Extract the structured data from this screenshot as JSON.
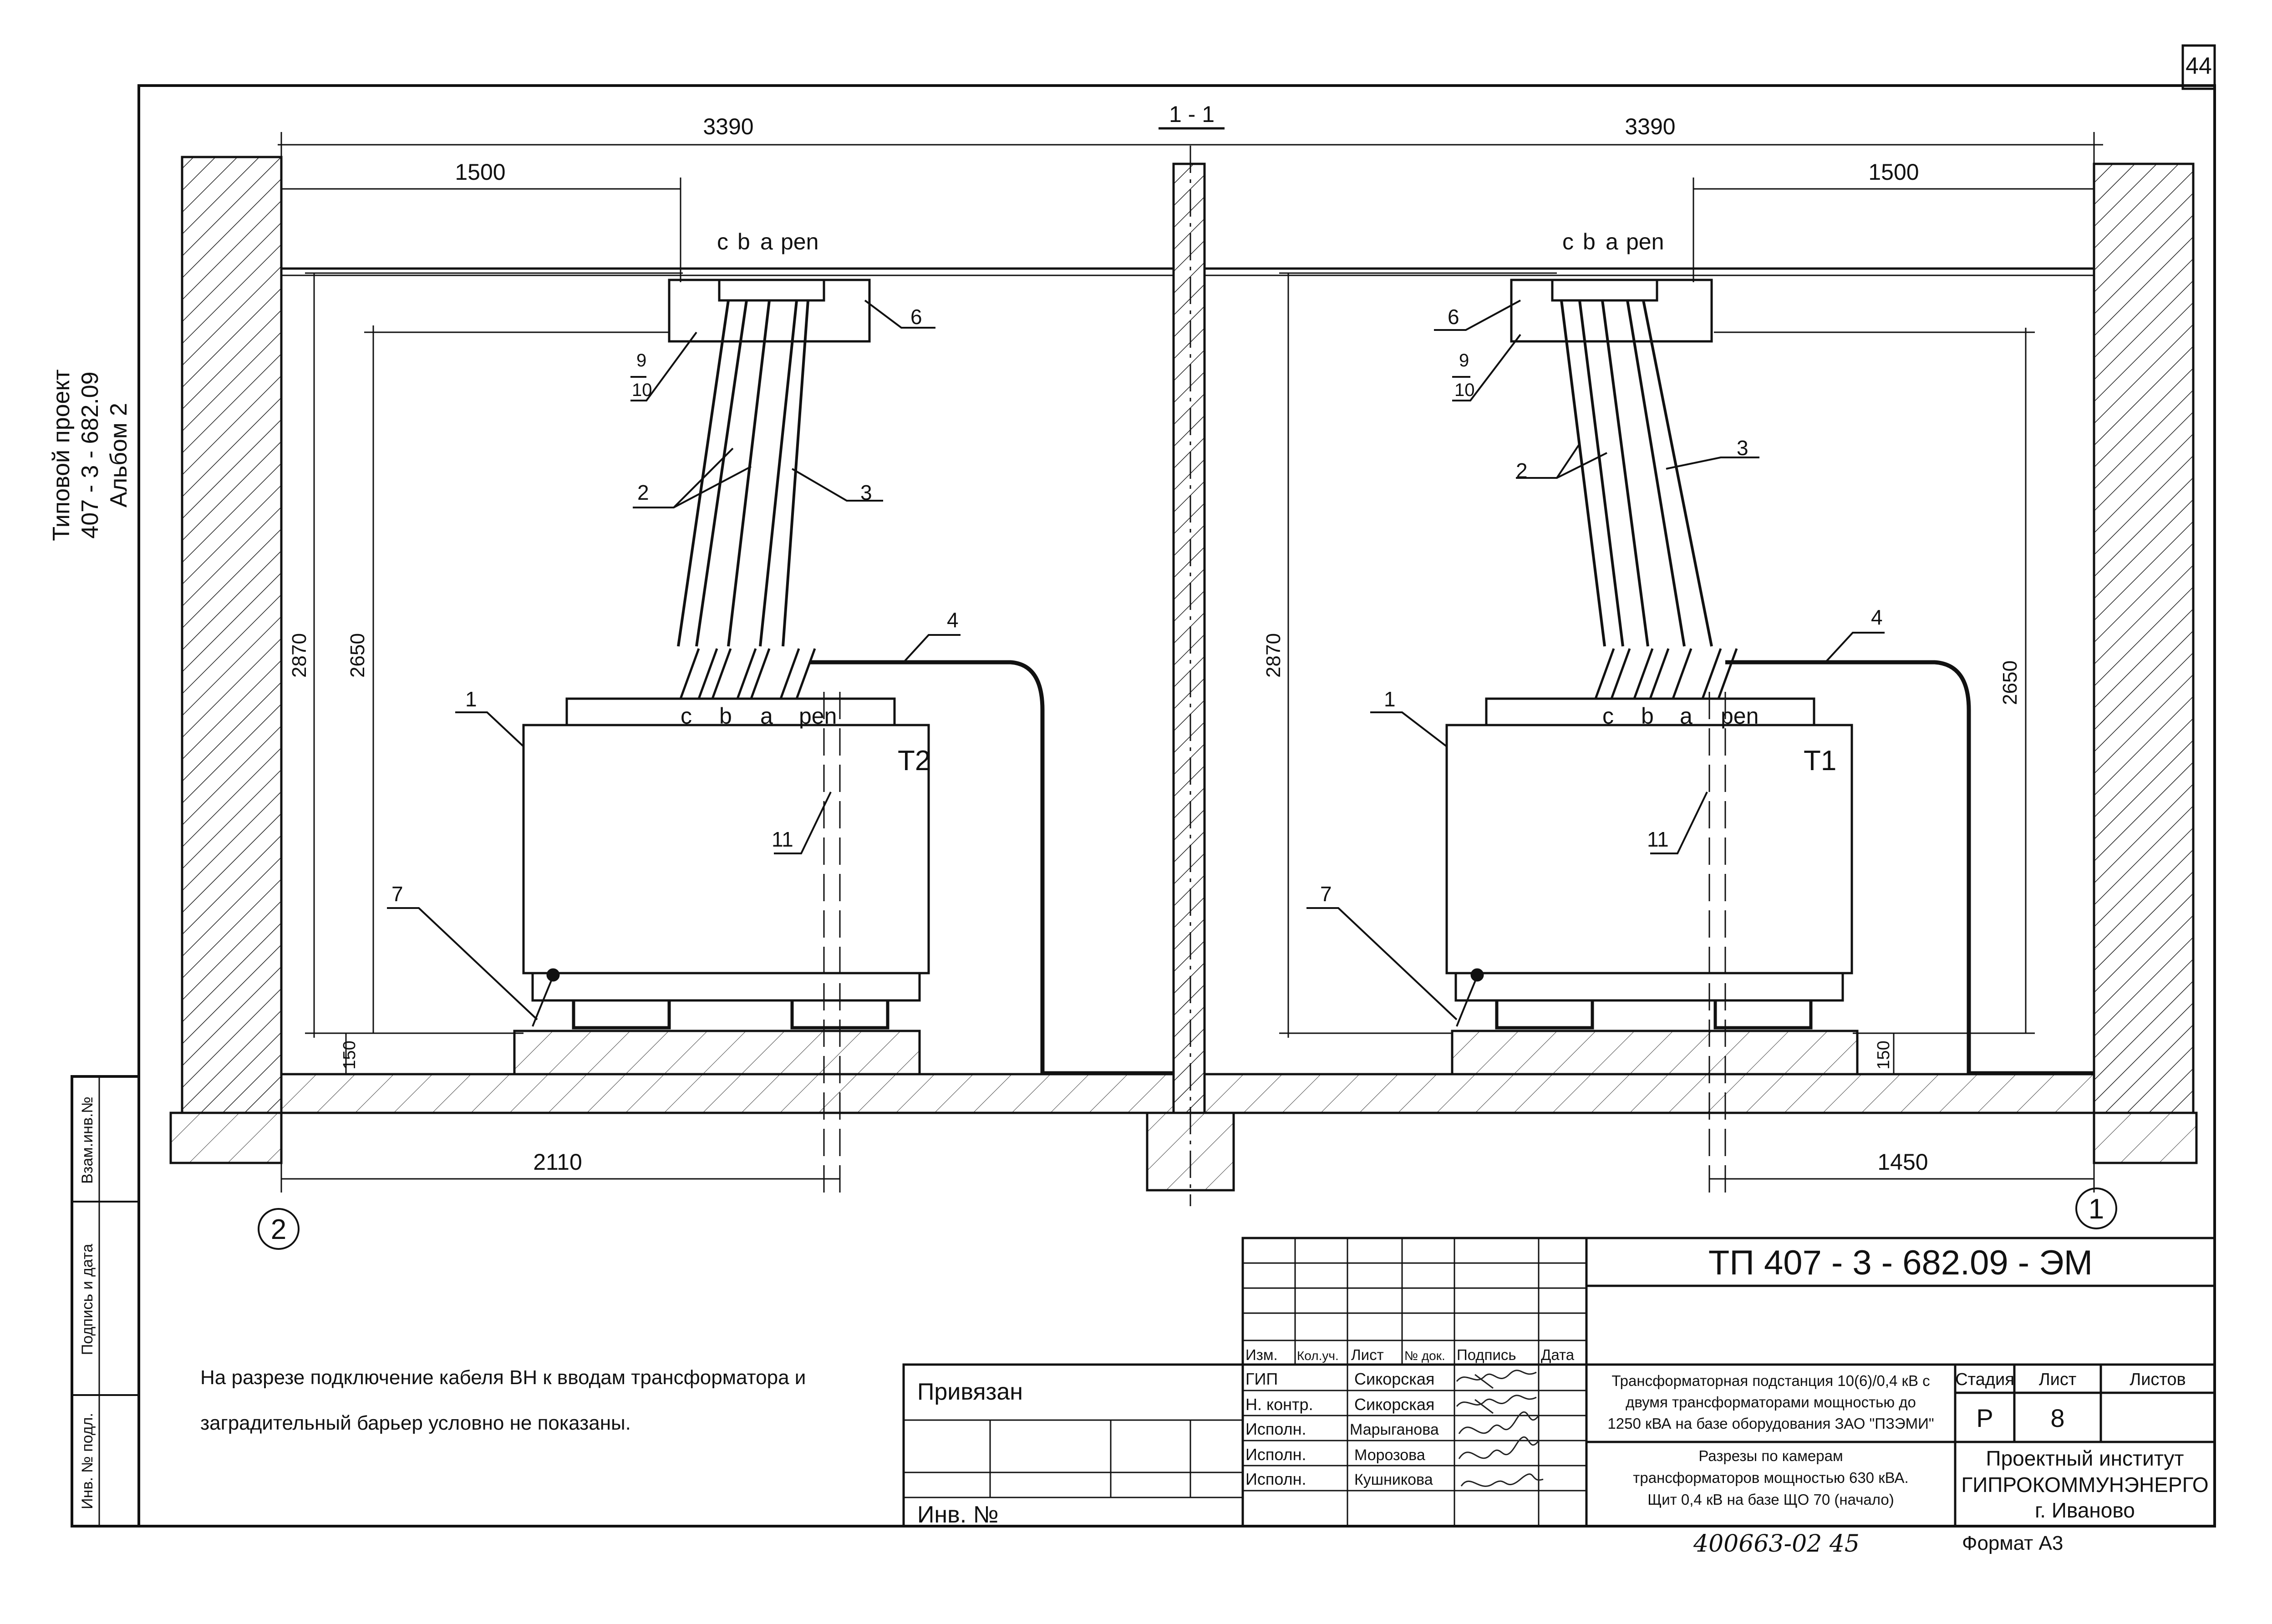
{
  "sheet": {
    "number": "44",
    "section_mark": "1 - 1"
  },
  "side_label": {
    "project_line1": "Типовой проект",
    "project_line2": "407 - 3 - 682.09",
    "project_line3": "Альбом 2",
    "stamp_fields": [
      "Взам.инв.№",
      "Подпись и дата",
      "Инв. № подл."
    ]
  },
  "dimensions": {
    "left_room_width": "3390",
    "right_room_width": "3390",
    "left_offset": "1500",
    "right_offset": "1500",
    "left_height": "2870",
    "left_inner_height": "2650",
    "right_height": "2870",
    "right_inner_height": "2650",
    "left_base": "150",
    "right_base": "150",
    "left_bottom": "2110",
    "right_bottom": "1450"
  },
  "axes": {
    "left": "2",
    "right": "1"
  },
  "phases": {
    "c": "c",
    "b": "b",
    "a": "a",
    "pen": "pen"
  },
  "transformers": {
    "left": "Т2",
    "right": "Т1"
  },
  "callouts": {
    "n1": "1",
    "n2": "2",
    "n3": "3",
    "n4": "4",
    "n6": "6",
    "n7": "7",
    "n9": "9",
    "n10": "10",
    "n11": "11"
  },
  "note": {
    "line1": "На разрезе подключение кабеля ВН к вводам трансформатора и",
    "line2": "заградительный барьер условно не показаны."
  },
  "title_block": {
    "doc_code": "ТП  407 - 3 - 682.09 - ЭМ",
    "headers": [
      "Изм.",
      "Кол.уч.",
      "Лист",
      "№ док.",
      "Подпись",
      "Дата"
    ],
    "staff": [
      {
        "role": "ГИП",
        "name": "Сикорская"
      },
      {
        "role": "Н. контр.",
        "name": "Сикорская"
      },
      {
        "role": "Исполн.",
        "name": "Марыганова"
      },
      {
        "role": "Исполн.",
        "name": "Морозова"
      },
      {
        "role": "Исполн.",
        "name": "Кушникова"
      }
    ],
    "project_desc_1": "Трансформаторная подстанция 10(6)/0,4 кВ с",
    "project_desc_2": "двумя трансформаторами мощностью до",
    "project_desc_3": "1250 кВА на базе оборудования ЗАО \"ПЗЭМИ\"",
    "sheet_desc_1": "Разрезы по камерам",
    "sheet_desc_2": "трансформаторов мощностью 630 кВА.",
    "sheet_desc_3": "Щит 0,4 кВ на базе ЩО 70 (начало)",
    "stage_header": "Стадия",
    "sheet_header": "Лист",
    "sheets_header": "Листов",
    "stage_value": "Р",
    "sheet_value": "8",
    "org_1": "Проектный институт",
    "org_2": "ГИПРОКОММУНЭНЕРГО",
    "org_3": "г. Иваново",
    "bound": "Привязан",
    "inv": "Инв. №",
    "format": "Формат А3",
    "handwritten": "400663-02    45"
  }
}
